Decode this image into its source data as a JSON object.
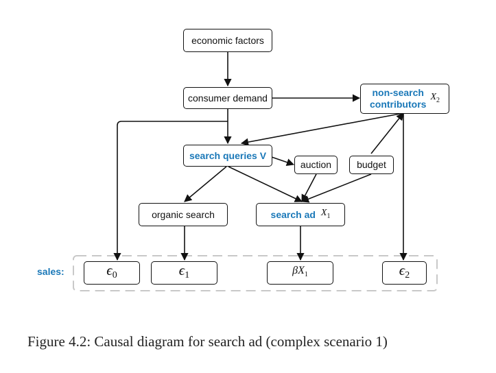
{
  "nodes": {
    "economic_factors": "economic factors",
    "consumer_demand": "consumer demand",
    "non_search_contributors": {
      "line1": "non-search",
      "line2": "contributors",
      "var": "X",
      "var_sub": "2"
    },
    "search_queries": "search queries V",
    "auction": "auction",
    "budget": "budget",
    "organic_search": "organic search",
    "search_ad": {
      "label": "search ad",
      "var": "X",
      "var_sub": "1"
    }
  },
  "sales": {
    "label": "sales:",
    "terms": [
      {
        "symbol": "ϵ",
        "sub": "0"
      },
      {
        "symbol": "ϵ",
        "sub": "1"
      },
      {
        "symbol": "βX",
        "sub": "1"
      },
      {
        "symbol": "ϵ",
        "sub": "2"
      }
    ]
  },
  "caption": "Figure 4.2: Causal diagram for search ad (complex scenario 1)",
  "colors": {
    "accent": "#1a78b8",
    "stroke": "#111111",
    "dashed_box": "#c8c8c8"
  }
}
